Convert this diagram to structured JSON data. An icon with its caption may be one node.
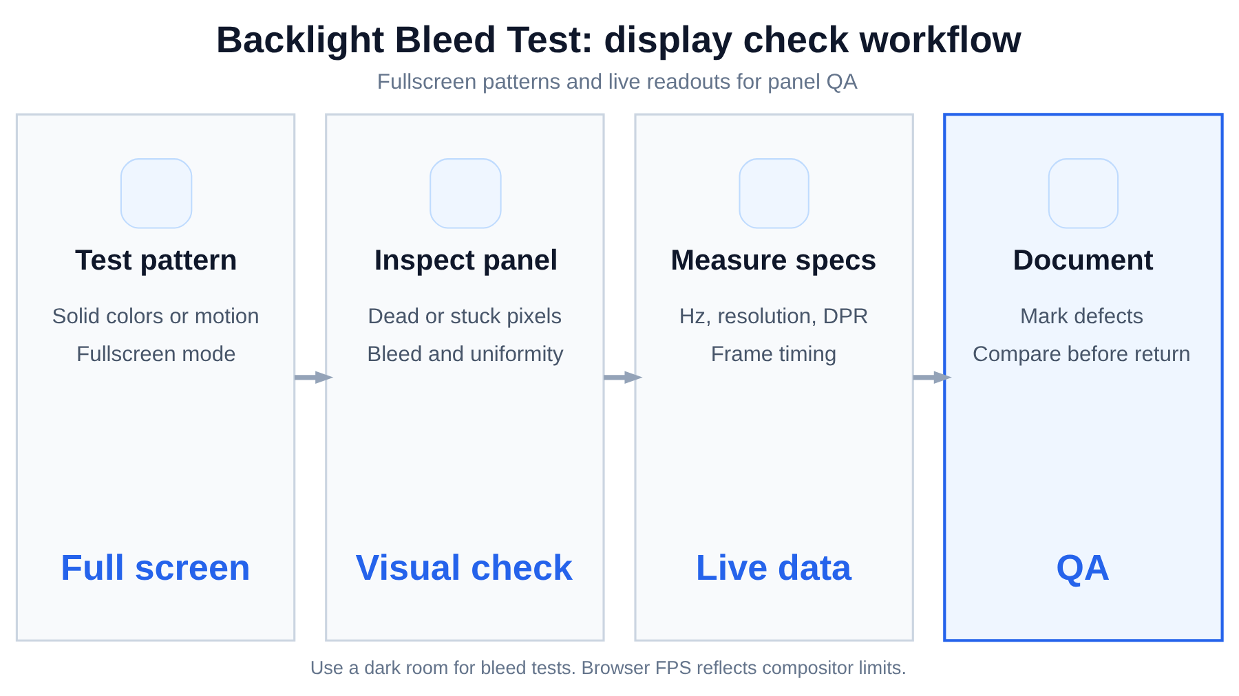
{
  "diagram": {
    "title": "Backlight Bleed Test: display check workflow",
    "caption": "Use a dark room for bleed tests. Browser FPS reflects compositor limits.",
    "nodes": [
      {
        "text": [
          "Test pattern",
          "Solid colors or motion",
          "Fullscreen mode",
          "Full screen"
        ]
      },
      {
        "text": [
          "Inspect panel",
          "Dead or stuck pixels",
          "Bleed and uniformity",
          "Visual check"
        ]
      },
      {
        "text": [
          "Measure specs",
          "Hz, resolution, DPR",
          "Frame timing",
          "Live data"
        ]
      },
      {
        "text": [
          "Document",
          "Mark defects",
          "Compare before return",
          "QA"
        ]
      }
    ],
    "edges": [
      {
        "from": 0,
        "to": 1,
        "arrow": "to"
      },
      {
        "from": 1,
        "to": 2,
        "arrow": "to"
      },
      {
        "from": 2,
        "to": 3,
        "arrow": "to"
      }
    ],
    "labels": [
      "Fullscreen patterns and live readouts for panel QA"
    ]
  }
}
